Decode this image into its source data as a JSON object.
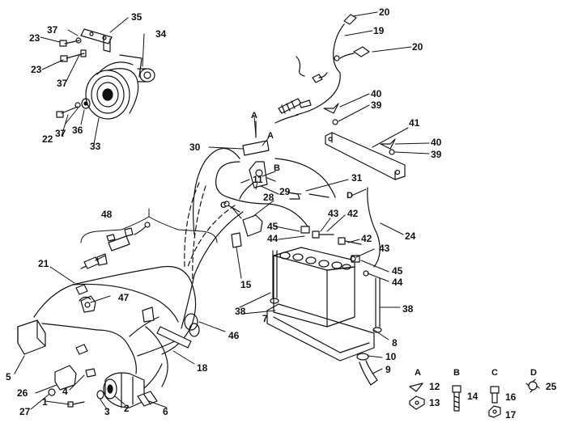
{
  "labels": {
    "n1": "1",
    "n2": "2",
    "n3": "3",
    "n4": "4",
    "n5": "5",
    "n6": "6",
    "n7": "7",
    "n8": "8",
    "n9": "9",
    "n10": "10",
    "n11": "11",
    "n12": "12",
    "n13": "13",
    "n14": "14",
    "n15": "15",
    "n16": "16",
    "n17": "17",
    "n18": "18",
    "n19": "19",
    "n20a": "20",
    "n20b": "20",
    "n21": "21",
    "n22": "22",
    "n23a": "23",
    "n23b": "23",
    "n24": "24",
    "n25": "25",
    "n26": "26",
    "n27": "27",
    "n28": "28",
    "n29": "29",
    "n30": "30",
    "n31": "31",
    "n33": "33",
    "n34": "34",
    "n35": "35",
    "n36": "36",
    "n37a": "37",
    "n37b": "37",
    "n37c": "37",
    "n38a": "38",
    "n38b": "38",
    "n39a": "39",
    "n39b": "39",
    "n40a": "40",
    "n40b": "40",
    "n41": "41",
    "n42a": "42",
    "n42b": "42",
    "n43a": "43",
    "n43b": "43",
    "n44a": "44",
    "n44b": "44",
    "n45a": "45",
    "n45b": "45",
    "n46": "46",
    "n47": "47",
    "n48": "48"
  },
  "letters": {
    "A1": "A",
    "A2": "A",
    "B1": "B",
    "C1": "C",
    "D1": "D",
    "legA": "A",
    "legB": "B",
    "legC": "C",
    "legD": "D"
  }
}
